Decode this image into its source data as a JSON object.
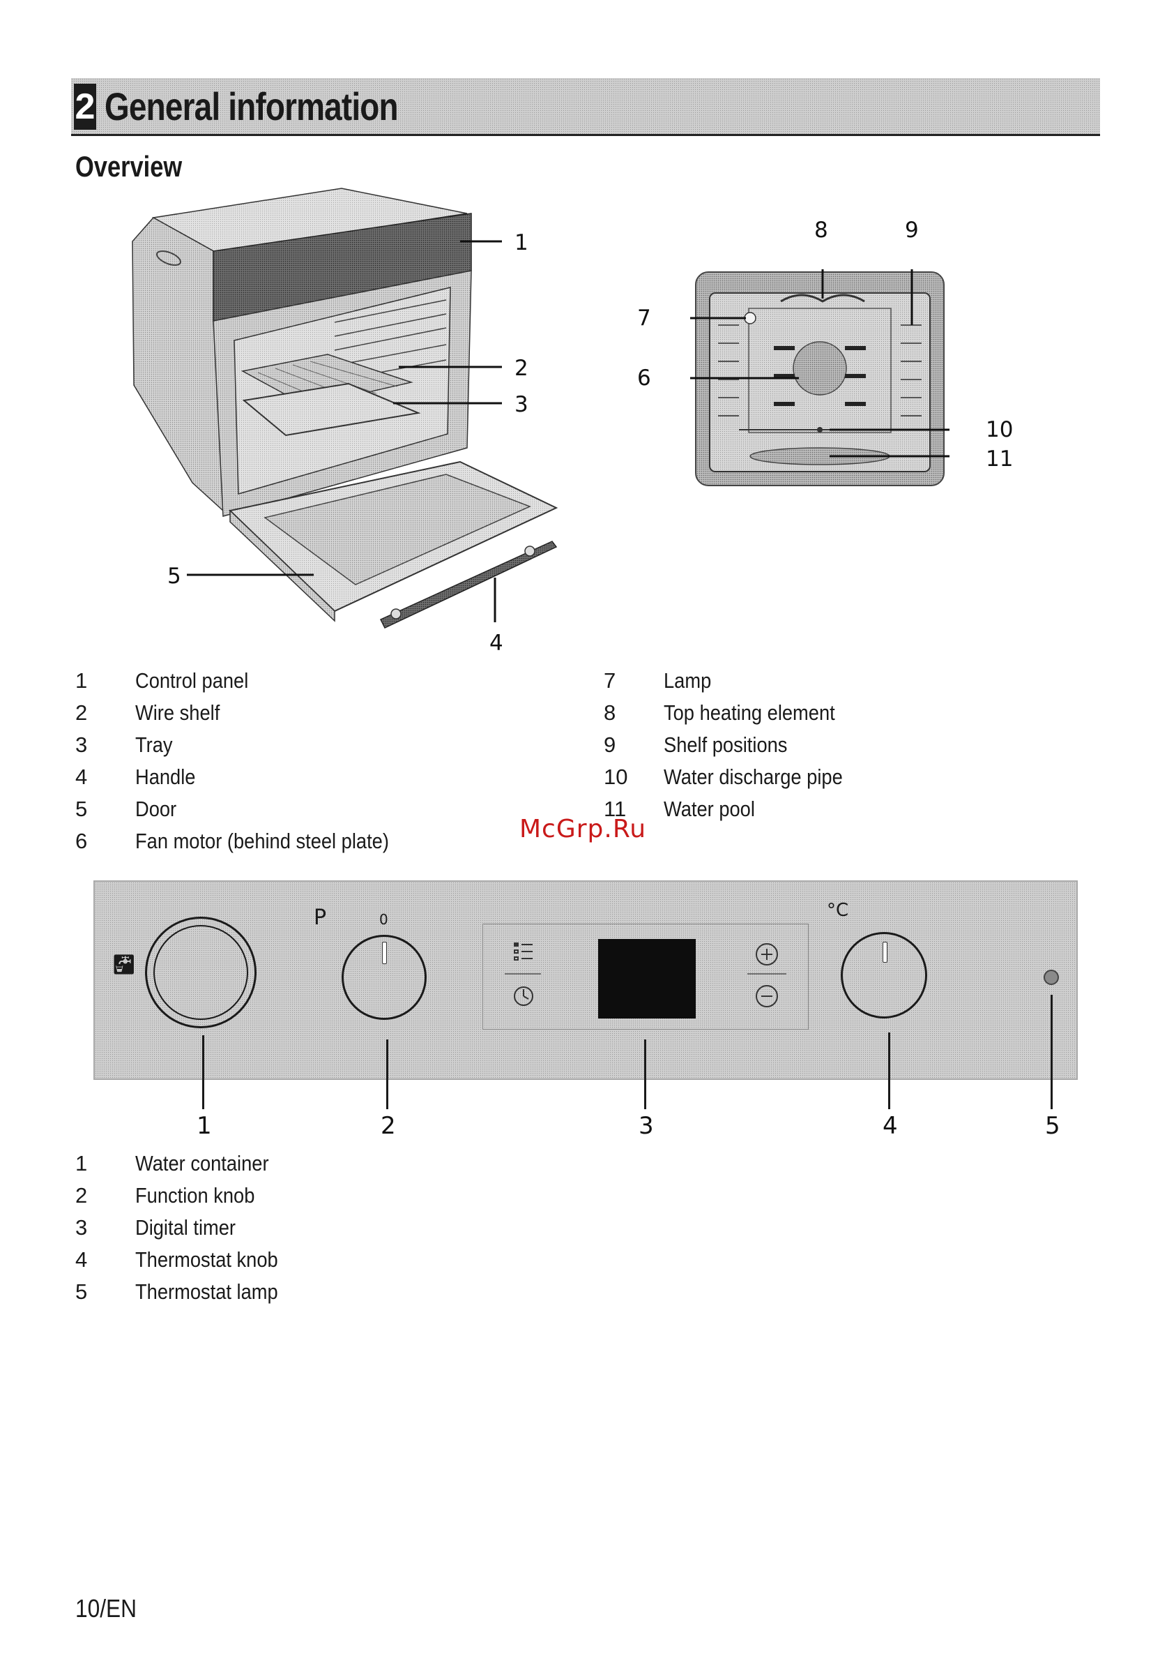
{
  "header": {
    "section_number": "2",
    "section_title": "General information",
    "subsection_title": "Overview"
  },
  "oven_diagram": {
    "callouts": [
      "1",
      "2",
      "3",
      "4",
      "5"
    ]
  },
  "interior_diagram": {
    "callouts": [
      "6",
      "7",
      "8",
      "9",
      "10",
      "11"
    ]
  },
  "oven_legend": [
    {
      "num": "1",
      "label": "Control panel"
    },
    {
      "num": "2",
      "label": "Wire shelf"
    },
    {
      "num": "3",
      "label": "Tray"
    },
    {
      "num": "4",
      "label": "Handle"
    },
    {
      "num": "5",
      "label": "Door"
    },
    {
      "num": "6",
      "label": "Fan motor (behind steel plate)"
    },
    {
      "num": "7",
      "label": "Lamp"
    },
    {
      "num": "8",
      "label": "Top heating element"
    },
    {
      "num": "9",
      "label": "Shelf positions"
    },
    {
      "num": "10",
      "label": "Water discharge pipe"
    },
    {
      "num": "11",
      "label": "Water pool"
    }
  ],
  "watermark": "McGrp.Ru",
  "control_panel": {
    "function_label": "P",
    "function_zero": "0",
    "thermostat_label": "°C",
    "callouts": [
      "1",
      "2",
      "3",
      "4",
      "5"
    ],
    "icons": {
      "water": "water-container-icon",
      "menu": "list-icon",
      "clock": "clock-icon",
      "plus": "plus-icon",
      "minus": "minus-icon"
    }
  },
  "panel_legend": [
    {
      "num": "1",
      "label": "Water container"
    },
    {
      "num": "2",
      "label": "Function knob"
    },
    {
      "num": "3",
      "label": "Digital timer"
    },
    {
      "num": "4",
      "label": "Thermostat knob"
    },
    {
      "num": "5",
      "label": "Thermostat lamp"
    }
  ],
  "footer": {
    "page_number": "10/EN"
  }
}
